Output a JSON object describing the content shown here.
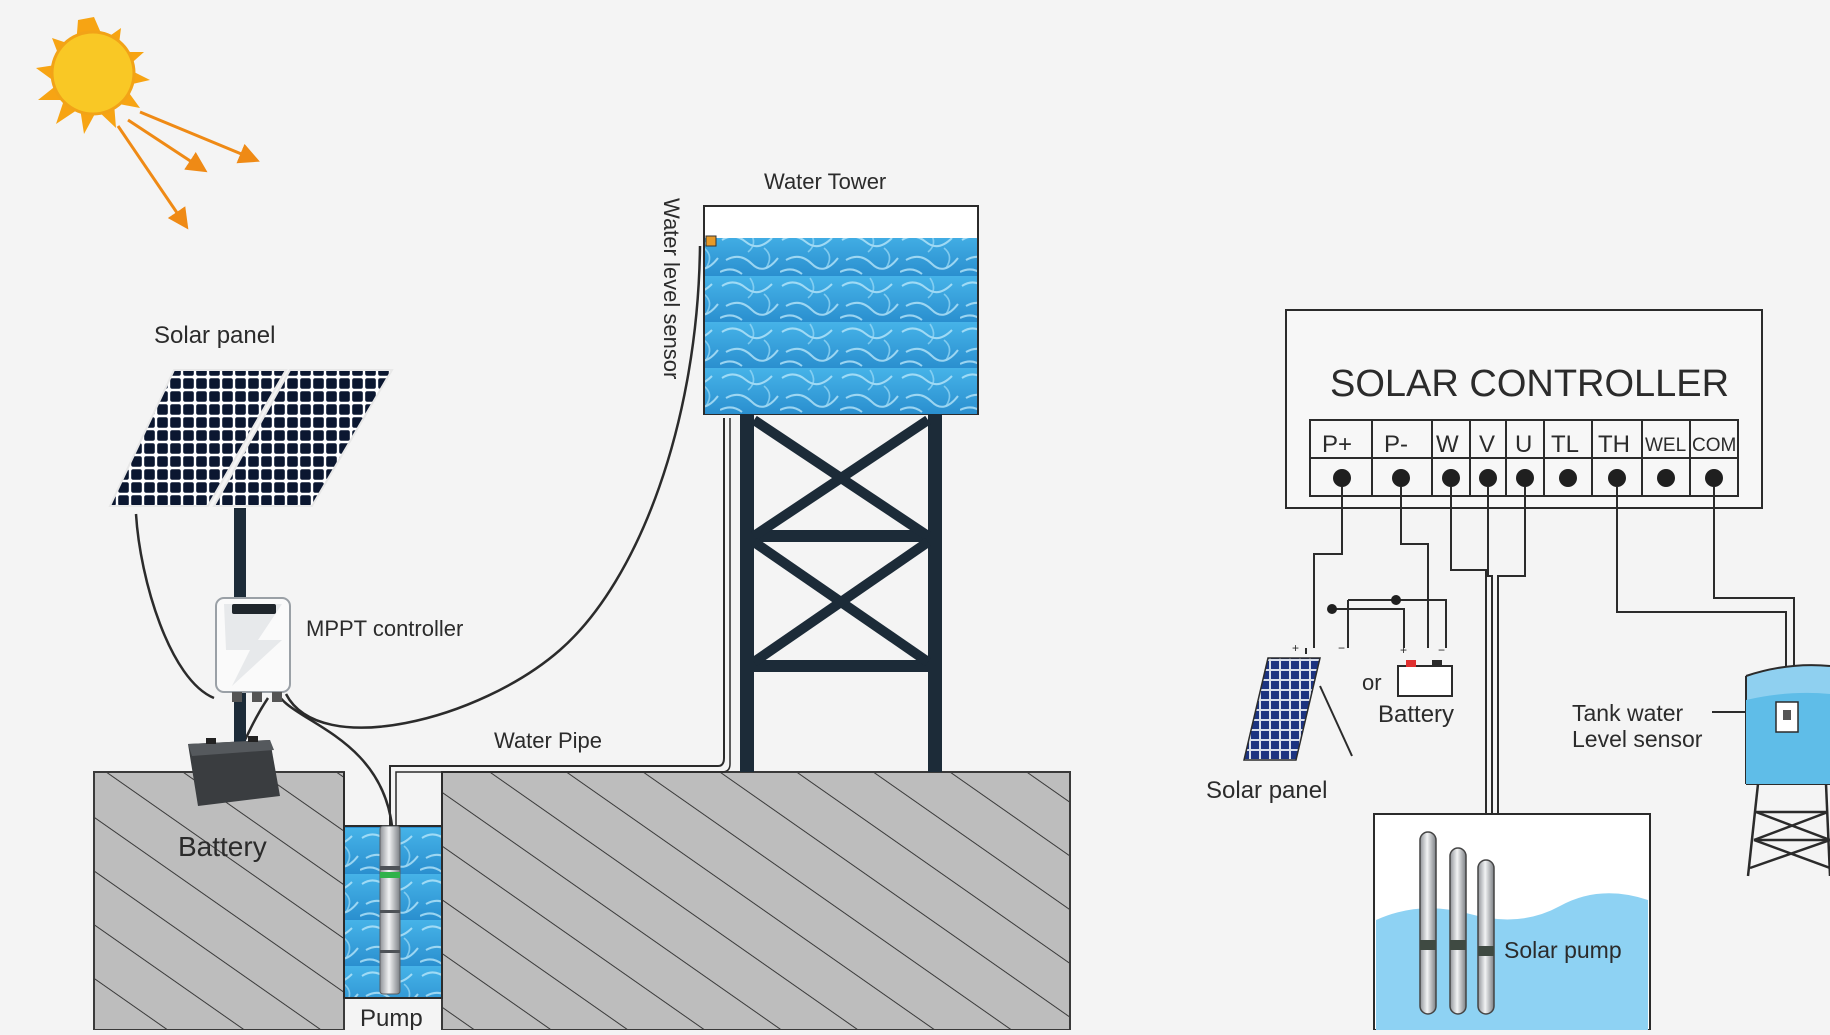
{
  "left_diagram": {
    "solar_panel_label": "Solar panel",
    "mppt_label": "MPPT controller",
    "battery_label": "Battery",
    "pump_label": "Pump",
    "water_pipe_label": "Water Pipe",
    "water_tower_label": "Water Tower",
    "water_level_sensor_label": "Water  level sensor"
  },
  "right_diagram": {
    "controller_title": "SOLAR CONTROLLER",
    "terminals": [
      "P+",
      "P-",
      "W",
      "V",
      "U",
      "TL",
      "TH",
      "WEL",
      "COM"
    ],
    "solar_panel_label": "Solar panel",
    "or_label": "or",
    "battery_label": "Battery",
    "tank_sensor_label_line1": "Tank water",
    "tank_sensor_label_line2": "Level sensor",
    "solar_pump_label": "Solar pump"
  },
  "colors": {
    "background": "#f4f4f4",
    "ground": "#bdbdbd",
    "water": "#3aa6de",
    "tower_frame": "#1c2b38",
    "sun": "#f7c21b",
    "sun_rays": "#ef8a15",
    "panel": "#0b1730"
  }
}
